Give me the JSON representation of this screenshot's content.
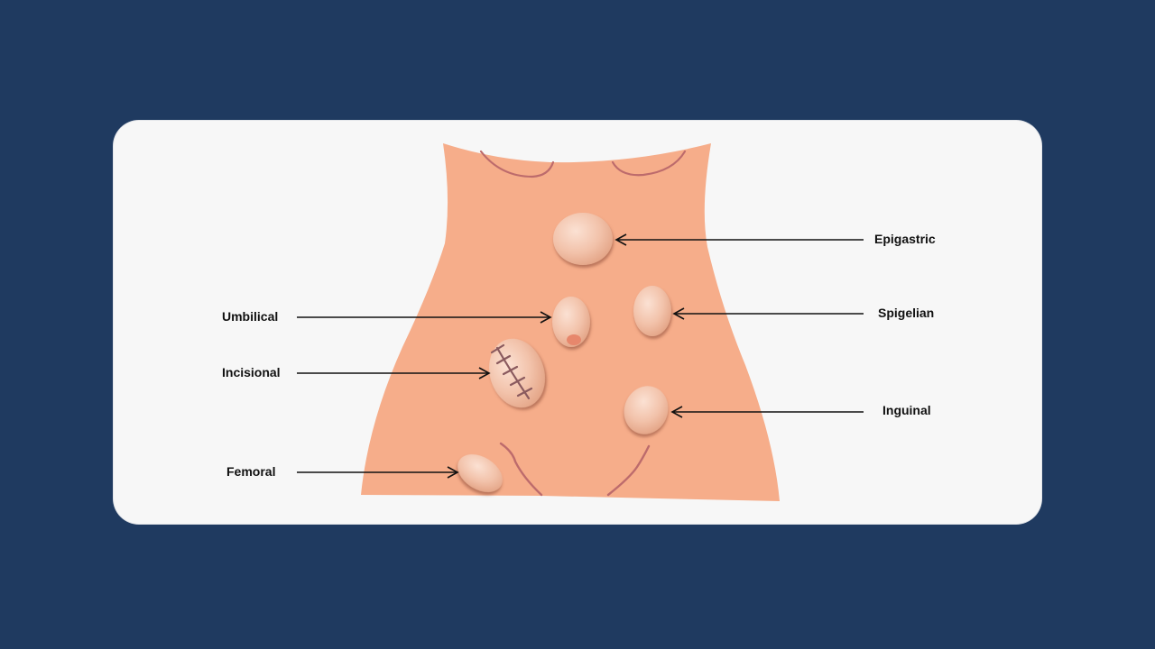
{
  "colors": {
    "background": "#1f3a60",
    "card": "#f7f7f7",
    "skin": "#f6ad8a",
    "skin_line": "#b9676a",
    "hernia_light": "#f8d6c5",
    "hernia_dark": "#e7a989",
    "arrow": "#111111",
    "label": "#111111"
  },
  "labels": {
    "epigastric": "Epigastric",
    "spigelian": "Spigelian",
    "inguinal": "Inguinal",
    "umbilical": "Umbilical",
    "incisional": "Incisional",
    "femoral": "Femoral"
  }
}
